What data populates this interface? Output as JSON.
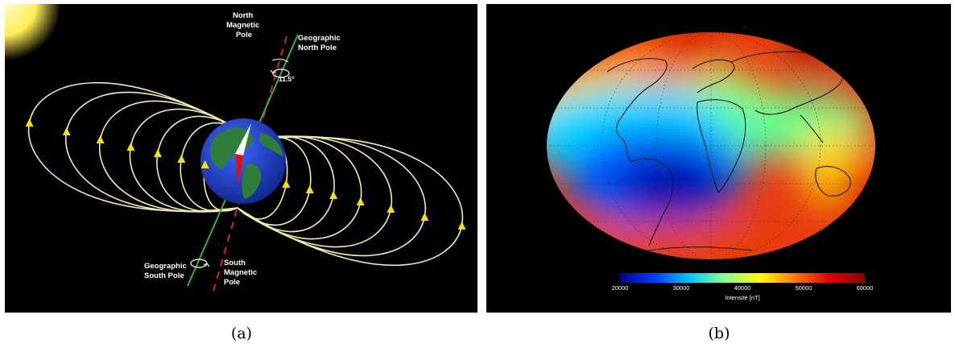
{
  "figure": {
    "panel_a": {
      "caption": "(a)",
      "labels": {
        "north_magnetic_pole": [
          "North",
          "Magnetic",
          "Pole"
        ],
        "geographic_north_pole": [
          "Geographic",
          "North Pole"
        ],
        "angle": "11.5°",
        "geographic_south_pole": [
          "Geographic",
          "South Pole"
        ],
        "south_magnetic_pole": [
          "South",
          "Magnetic",
          "Pole"
        ]
      },
      "colors": {
        "background": "#000000",
        "field_lines": "#f2eeaa",
        "arrows": "#f5e400",
        "magnetic_axis": "#c8232c",
        "geographic_axis": "#2fb33a",
        "earth_ocean": "#1f3fc0",
        "earth_land": "#2f7f3a",
        "sun": "#ffee55"
      }
    },
    "panel_b": {
      "caption": "(b)",
      "colorbar": {
        "ticks": [
          "20000",
          "30000",
          "40000",
          "50000",
          "60000"
        ],
        "label": "Intensité [nT]",
        "stops": [
          "#00008c",
          "#0040ff",
          "#00c8ff",
          "#8cff8c",
          "#ffff00",
          "#ff7800",
          "#e00000",
          "#8a0000"
        ]
      },
      "colors": {
        "background": "#000000",
        "coastline": "#1a1a1a"
      }
    }
  }
}
